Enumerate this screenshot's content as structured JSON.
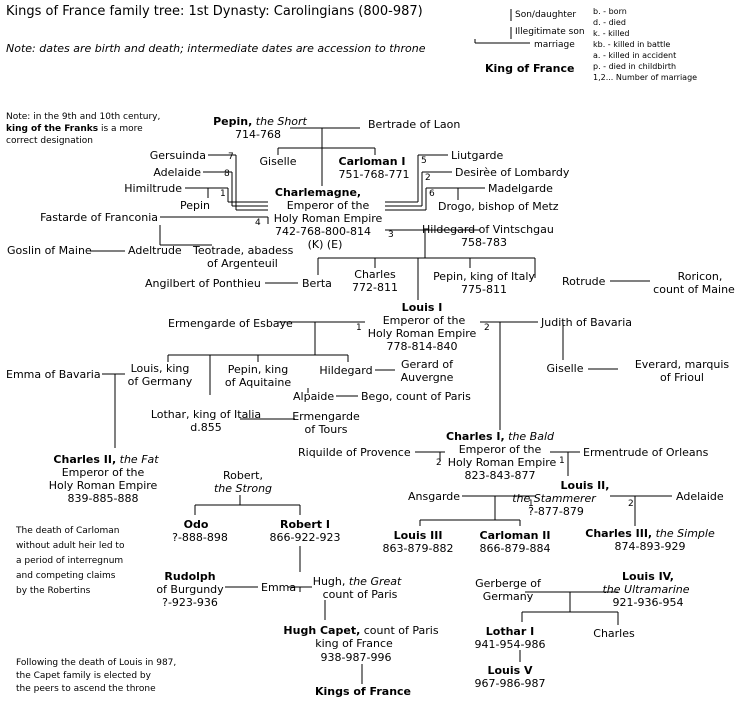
{
  "title": "Kings of France family tree: 1st Dynasty: Carolingians (800-987)",
  "note_dates": "Note: dates are birth and death; intermediate dates are accession to throne",
  "legend": {
    "son": "Son/daughter",
    "illegit": "Illegitimate son",
    "marriage": "marriage",
    "king": "King of France",
    "abbr": [
      "b. - born",
      "d. - died",
      "k. - killed",
      "kb. - killed in battle",
      "a. - killed in accident",
      "p. - died in childbirth",
      "1,2... Number of marriage"
    ]
  },
  "note_franks": [
    "Note: in the 9th and 10th century,",
    "king of the Franks",
    "is a more",
    "correct designation"
  ],
  "note_carloman": [
    "The death of Carloman",
    "without adult heir led to",
    "a period of interregnum",
    "and competing claims",
    "by the Robertins"
  ],
  "note_capet": [
    "Following the death of Louis in 987,",
    "the Capet family is elected by",
    "the peers to ascend the throne"
  ],
  "people": {
    "pepin_name": "Pepin,",
    "pepin_ep": "the Short",
    "pepin_dates": "714-768",
    "bertrade": "Bertrade of Laon",
    "giselle1": "Giselle",
    "carloman1": "Carloman I",
    "carloman1_dates": "751-768-771",
    "gersuinda": "Gersuinda",
    "adelaide1": "Adelaide",
    "himiltrude": "Himiltrude",
    "pepin2": "Pepin",
    "fastarde": "Fastarde of Franconia",
    "liutgarde": "Liutgarde",
    "desiree": "Desirèe of Lombardy",
    "madelgarde": "Madelgarde",
    "drogo": "Drogo, bishop of Metz",
    "charlemagne": "Charlemagne,",
    "charlemagne_t1": "Emperor of the",
    "charlemagne_t2": "Holy Roman Empire",
    "charlemagne_dates": "742-768-800-814",
    "charlemagne_ke": "(K)  (E)",
    "goslin": "Goslin of Maine",
    "adeltrude": "Adeltrude",
    "teotrade1": "Teotrade, abadess",
    "teotrade2": "of Argenteuil",
    "hildegard1": "Hildegard of Vintschgau",
    "hildegard1_dates": "758-783",
    "angilbert": "Angilbert of Ponthieu",
    "berta": "Berta",
    "charles": "Charles",
    "charles_dates": "772-811",
    "pepin_italy1": "Pepin, king of Italy",
    "pepin_italy2": "775-811",
    "rotrude": "Rotrude",
    "roricon1": "Roricon,",
    "roricon2": "count of Maine",
    "louis1": "Louis I",
    "louis1_t1": "Emperor of the",
    "louis1_t2": "Holy Roman Empire",
    "louis1_dates": "778-814-840",
    "ermengarde_esb": "Ermengarde of Esbaye",
    "judith": "Judith of Bavaria",
    "emma_bav": "Emma of Bavaria",
    "louis_germ1": "Louis, king",
    "louis_germ2": "of Germany",
    "pepin_aq1": "Pepin, king",
    "pepin_aq2": "of Aquitaine",
    "hildegard2": "Hildegard",
    "gerard1": "Gerard of",
    "gerard2": "Auvergne",
    "giselle2": "Giselle",
    "everard1": "Everard, marquis",
    "everard2": "of Frioul",
    "alpaide": "Alpaide",
    "bego": "Bego, count of Paris",
    "lothar_it1": "Lothar, king of Italia",
    "lothar_it2": "d.855",
    "ermengarde_t1": "Ermengarde",
    "ermengarde_t2": "of Tours",
    "charles1_name": "Charles I,",
    "charles1_ep": "the Bald",
    "charles1_t1": "Emperor of the",
    "charles1_t2": "Holy Roman Empire",
    "charles1_dates": "823-843-877",
    "riquilde": "Riquilde of Provence",
    "ermentrude": "Ermentrude of Orleans",
    "charles2_name": "Charles II,",
    "charles2_ep": "the Fat",
    "charles2_t1": "Emperor of the",
    "charles2_t2": "Holy Roman Empire",
    "charles2_dates": "839-885-888",
    "robert_s1": "Robert,",
    "robert_s2": "the Strong",
    "louis2_name": "Louis II,",
    "louis2_ep": "the Stammerer",
    "louis2_dates": "?-877-879",
    "ansgarde": "Ansgarde",
    "adelaide2": "Adelaide",
    "odo": "Odo",
    "odo_dates": "?-888-898",
    "robert1": "Robert I",
    "robert1_dates": "866-922-923",
    "louis3": "Louis III",
    "louis3_dates": "863-879-882",
    "carloman2": "Carloman II",
    "carloman2_dates": "866-879-884",
    "charles3_name": "Charles III,",
    "charles3_ep": "the Simple",
    "charles3_dates": "874-893-929",
    "rudolph": "Rudolph",
    "rudolph2": "of Burgundy",
    "rudolph_dates": "?-923-936",
    "emma": "Emma",
    "hugh_g1": "Hugh,",
    "hugh_g_ep": "the Great",
    "hugh_g2": "count of Paris",
    "gerberge1": "Gerberge of",
    "gerberge2": "Germany",
    "louis4": "Louis IV,",
    "louis4_ep": "the Ultramarine",
    "louis4_dates": "921-936-954",
    "hugh_capet": "Hugh Capet,",
    "hugh_capet_t": "count of Paris",
    "hugh_capet_t2": "king of France",
    "hugh_capet_dates": "938-987-996",
    "lothar1": "Lothar I",
    "lothar1_dates": "941-954-986",
    "charles_last": "Charles",
    "louis5": "Louis V",
    "louis5_dates": "967-986-987",
    "kings_of_france": "Kings of France"
  },
  "marriage_numbers": {
    "n7": "7",
    "n8": "8",
    "n1a": "1",
    "n4": "4",
    "n5": "5",
    "n2a": "2",
    "n6": "6",
    "n3": "3",
    "n1b": "1",
    "n2b": "2",
    "n2c": "2",
    "n1c": "1",
    "n1d": "1",
    "n2d": "2"
  }
}
